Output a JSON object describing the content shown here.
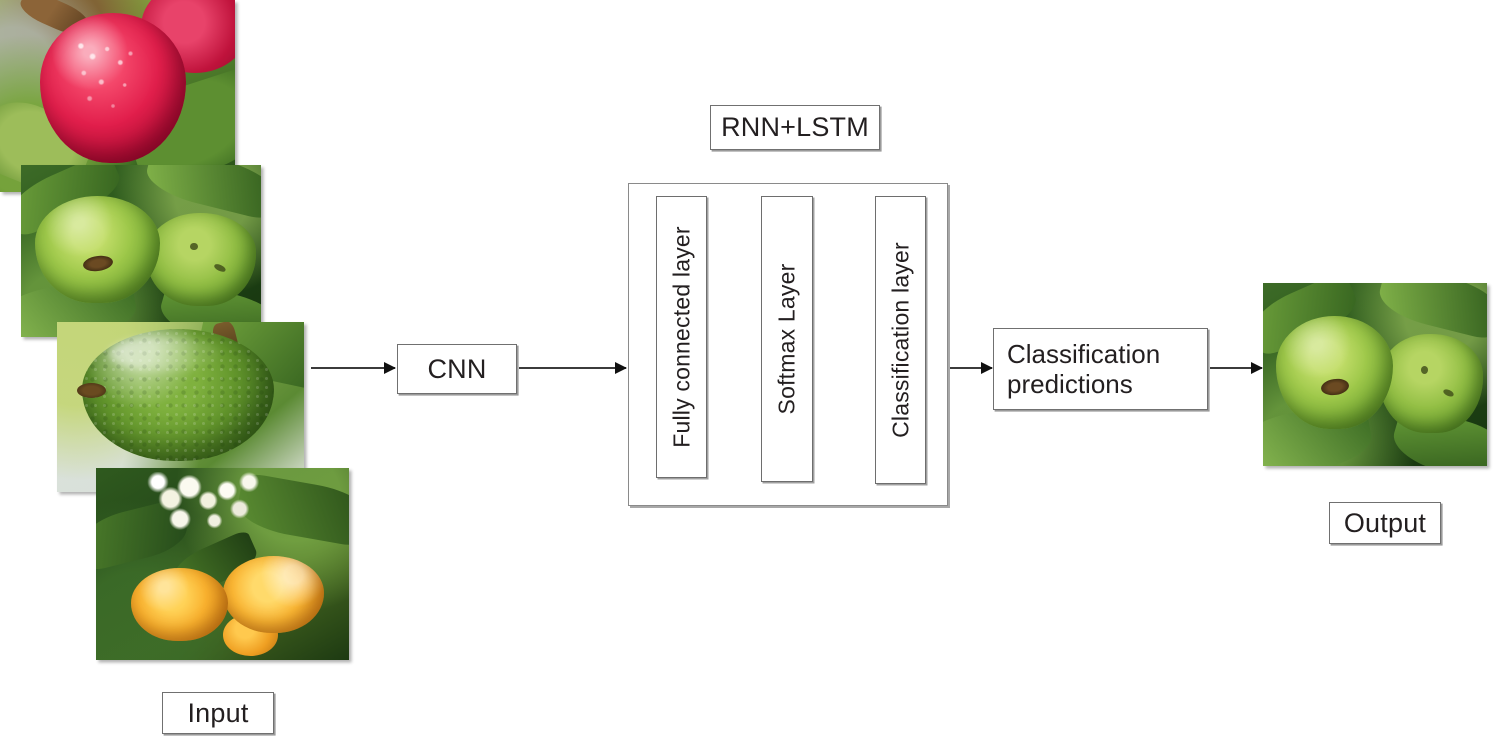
{
  "diagram": {
    "title": "CNN + RNN/LSTM fruit disease classification pipeline",
    "input_label": "Input",
    "output_label": "Output",
    "cnn_label": "CNN",
    "rnn_label": "RNN+LSTM",
    "classification_label": "Classification\npredictions",
    "classification_line1": "Classification",
    "classification_line2": "predictions",
    "inner_layers": [
      {
        "label": "Fully connected layer"
      },
      {
        "label": "Softmax Layer"
      },
      {
        "label": "Classification layer"
      }
    ],
    "input_images": [
      {
        "name": "red-apple-photo",
        "alt": "Red apple with water droplets on a branch"
      },
      {
        "name": "green-apples-photo",
        "alt": "Two green apples among leaves"
      },
      {
        "name": "green-citrus-photo",
        "alt": "Large green citrus fruit close up"
      },
      {
        "name": "orange-citrus-photo",
        "alt": "Orange citrus fruits with white blossoms"
      }
    ],
    "output_image": {
      "name": "green-apples-output-photo",
      "alt": "Two green apples among leaves"
    },
    "arrows": [
      {
        "name": "arrow-input-to-cnn"
      },
      {
        "name": "arrow-cnn-to-rnn"
      },
      {
        "name": "arrow-rnn-to-classification"
      },
      {
        "name": "arrow-classification-to-output"
      }
    ],
    "colors": {
      "box_border": "#707070",
      "box_fill": "#ffffff",
      "text": "#231f20",
      "arrow": "#3b3b3b",
      "background": "#ffffff"
    }
  }
}
